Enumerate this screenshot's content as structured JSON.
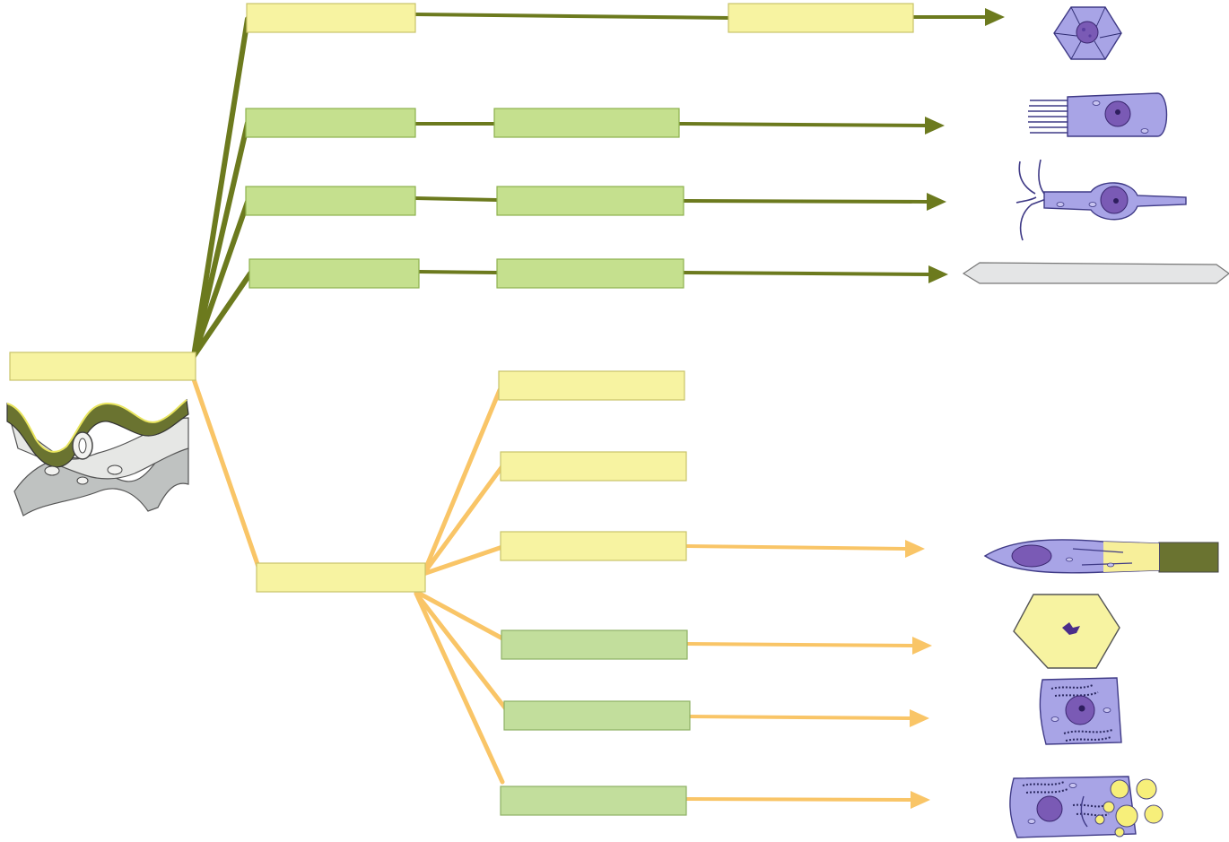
{
  "diagram": {
    "boxes": [
      {
        "id": "root",
        "color": "yellow",
        "label": ""
      },
      {
        "id": "ecto-1",
        "color": "yellow",
        "label": ""
      },
      {
        "id": "ecto-1b",
        "color": "yellow",
        "label": ""
      },
      {
        "id": "ecto-2",
        "color": "green",
        "label": ""
      },
      {
        "id": "ecto-2b",
        "color": "green",
        "label": ""
      },
      {
        "id": "ecto-3",
        "color": "green",
        "label": ""
      },
      {
        "id": "ecto-3b",
        "color": "green",
        "label": ""
      },
      {
        "id": "ecto-4",
        "color": "green",
        "label": ""
      },
      {
        "id": "ecto-4b",
        "color": "green",
        "label": ""
      },
      {
        "id": "meso-root",
        "color": "yellow",
        "label": ""
      },
      {
        "id": "meso-1",
        "color": "yellow",
        "label": ""
      },
      {
        "id": "meso-2",
        "color": "yellow",
        "label": ""
      },
      {
        "id": "meso-3",
        "color": "yellow",
        "label": ""
      },
      {
        "id": "meso-4",
        "color": "green-pale",
        "label": ""
      },
      {
        "id": "meso-5",
        "color": "green-pale",
        "label": ""
      },
      {
        "id": "meso-6",
        "color": "green-pale",
        "label": ""
      }
    ],
    "images": [
      {
        "id": "embryo-cross-section",
        "depicts": "neural-tube-embryo-section-icon"
      },
      {
        "id": "cell-1",
        "depicts": "hexagonal-epithelial-cell-icon"
      },
      {
        "id": "cell-2",
        "depicts": "ciliated-cell-icon"
      },
      {
        "id": "cell-3",
        "depicts": "neuron-cell-icon"
      },
      {
        "id": "cell-4",
        "depicts": "hair-shaft-icon"
      },
      {
        "id": "cell-5",
        "depicts": "spindle-cell-with-fiber-icon"
      },
      {
        "id": "cell-6",
        "depicts": "cornified-cell-icon"
      },
      {
        "id": "cell-7",
        "depicts": "secretory-cell-icon"
      },
      {
        "id": "cell-8",
        "depicts": "adipocyte-precursor-cell-icon"
      }
    ],
    "colors": {
      "box_yellow": "#F7F3A1",
      "box_green": "#C5E08E",
      "box_green_pale": "#C2DE9C",
      "line_olive": "#6C7A1E",
      "line_orange": "#F9C567",
      "cell_fill": "#A8A4E6"
    }
  }
}
